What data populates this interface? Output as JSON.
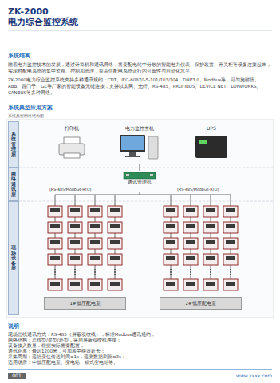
{
  "diagram": {
    "title": "ZK-2000 电力综合监控系统",
    "nodes": [
      {
        "text": [
          "系统管理层"
        ]
      },
      {
        "text": [
          "网络通讯层"
        ]
      },
      {
        "text": [
          "现场设备层"
        ]
      },
      {
        "text": [
          "打印机"
        ]
      },
      {
        "text": [
          "电力监控主机"
        ]
      },
      {
        "text": [
          "UPS"
        ]
      },
      {
        "text": [
          "通讯管理机"
        ]
      },
      {
        "text": [
          "1#低压配电室"
        ]
      },
      {
        "text": [
          "2#低压配电室"
        ]
      }
    ],
    "edges": [
      {
        "from": 4,
        "to": 6,
        "arrow": "none"
      }
    ],
    "labels": [
      "系统结构",
      "随着电力监控技术的发展，通过计算机和通讯网络，将变配电站中分散的智能电力仪表、保护装置、开关柜等设备连接起来，实现对配电系统的集中监视、控制和管理，提高供配电系统运行的可靠性与自动化水平。",
      "ZK-2000电力综合监控系统支持多种通讯规约：CDT、IEC-60870-5-101/103/104、DNP3.0、Modbus等，可与施耐德、ABB、西门子、GE等厂家的智能设备无缝连接，支持以太网、光纤、RS-485、PROFIBUS、DEVICE NET、LONWORKS、CANBUS等多种网络。",
      "系统典型应用方案",
      "系统典型网络结构图",
      "(RS-485/Modbus-RTU)",
      "(RS-485/Modbus-RTU)",
      "说明",
      "现场总线通讯方式：RS-485（屏蔽双绞线），标准Modbus通讯规约；",
      "网络结构：总线型/星型/环型，采用屏蔽双绞线连接；",
      "设备接入数量：根据实际需要配置；",
      "通讯距离：最远1200米，可加装中继器延长；",
      "采集周期：遥信变位传送时间≤1s，遥测数据刷新≤3s；",
      "适用场所：中低压配电室、变电站、箱式变电站等。",
      "001",
      "www.xxxx.com"
    ]
  }
}
